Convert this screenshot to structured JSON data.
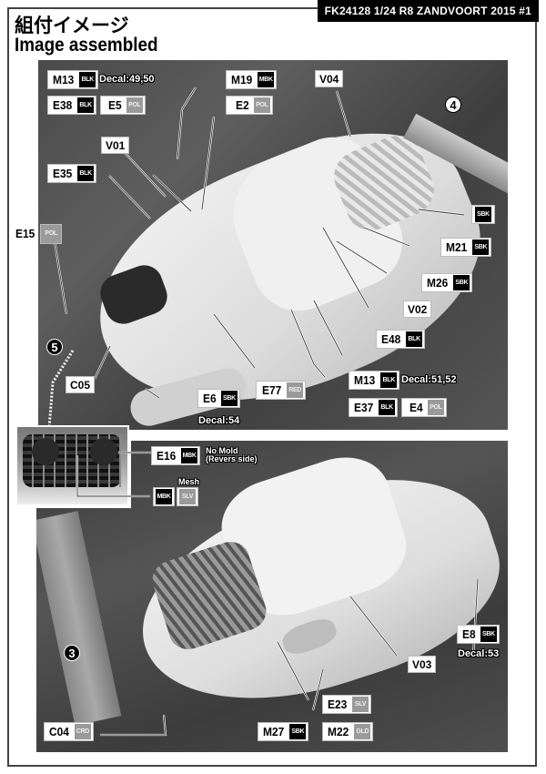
{
  "header": {
    "product_code": "FK24128  1/24 R8 ZANDVOORT 2015 #1",
    "title_jp": "組付イメージ",
    "title_en": "Image assembled"
  },
  "colors": {
    "BLK": "#000000",
    "MBK": "#000000",
    "SBK": "#000000",
    "POL": "#9a9a9a",
    "RED": "#9a9a9a",
    "SLV": "#9a9a9a",
    "GLD": "#9a9a9a",
    "CRD": "#9a9a9a"
  },
  "top_view": {
    "step_markers": [
      "4",
      "5"
    ],
    "labels": [
      {
        "part": "M13",
        "color": "BLK",
        "decal": "Decal:49,50"
      },
      {
        "part": "E38",
        "color": "BLK"
      },
      {
        "part": "E5",
        "color": "POL"
      },
      {
        "part": "M19",
        "color": "MBK"
      },
      {
        "part": "E2",
        "color": "POL"
      },
      {
        "part": "V04"
      },
      {
        "part": "V01"
      },
      {
        "part": "E35",
        "color": "BLK"
      },
      {
        "part": "",
        "color": "SBK"
      },
      {
        "part": "E15",
        "color": "POL"
      },
      {
        "part": "M21",
        "color": "SBK"
      },
      {
        "part": "M26",
        "color": "SBK"
      },
      {
        "part": "V02"
      },
      {
        "part": "E48",
        "color": "BLK"
      },
      {
        "part": "C05"
      },
      {
        "part": "E6",
        "color": "SBK",
        "decal": "Decal:54"
      },
      {
        "part": "E77",
        "color": "RED"
      },
      {
        "part": "M13",
        "color": "BLK",
        "decal": "Decal:51,52"
      },
      {
        "part": "E37",
        "color": "BLK"
      },
      {
        "part": "E4",
        "color": "POL"
      }
    ]
  },
  "grille_inset": {
    "labels": [
      {
        "part": "E16",
        "color": "MBK",
        "note_line1": "No Mold",
        "note_line2": "(Revers side)"
      },
      {
        "part": "",
        "color": "MBK"
      },
      {
        "part": "",
        "color": "SLV",
        "note": "Mesh"
      }
    ]
  },
  "bottom_view": {
    "step_markers": [
      "3"
    ],
    "labels": [
      {
        "part": "E8",
        "color": "SBK",
        "decal": "Decal:53"
      },
      {
        "part": "V03"
      },
      {
        "part": "E23",
        "color": "SLV"
      },
      {
        "part": "C04",
        "color": "CRD"
      },
      {
        "part": "M27",
        "color": "SBK"
      },
      {
        "part": "M22",
        "color": "GLD"
      }
    ]
  }
}
